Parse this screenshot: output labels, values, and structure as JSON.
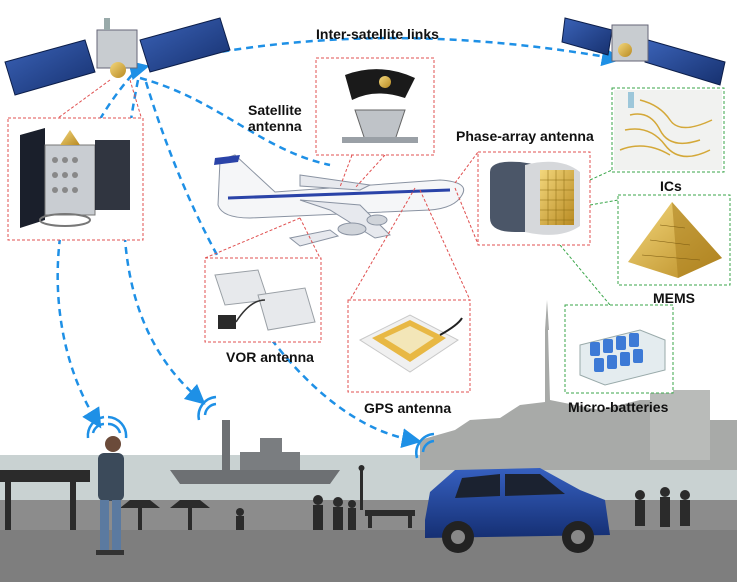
{
  "labels": {
    "inter_satellite": "Inter-satellite links",
    "satellite_antenna": "Satellite\nantenna",
    "phase_array": "Phase-array antenna",
    "ics": "ICs",
    "mems": "MEMS",
    "micro_batteries": "Micro-batteries",
    "vor_antenna": "VOR antenna",
    "gps_antenna": "GPS antenna"
  },
  "colors": {
    "link_blue": "#1e90e6",
    "callout_red": "#e05050",
    "callout_green": "#3aa64a",
    "ground_gray": "#8c8c8c",
    "sky_skyline": "#a8aaa8",
    "car_blue": "#1d3f8f",
    "solar_panel": "#1f3f86"
  },
  "icons": [
    "satellite-icon",
    "airplane-icon",
    "car-icon",
    "ship-icon",
    "person-icon",
    "wifi-icon"
  ]
}
